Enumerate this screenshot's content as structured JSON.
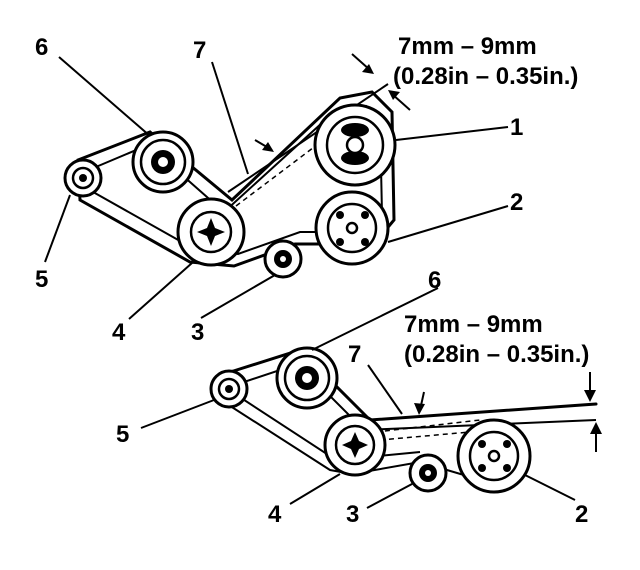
{
  "top_diagram": {
    "spec_line1": "7mm – 9mm",
    "spec_line2": "(0.28in – 0.35in.)",
    "labels": [
      "1",
      "2",
      "3",
      "4",
      "5",
      "6",
      "7"
    ]
  },
  "bottom_diagram": {
    "spec_line1": "7mm – 9mm",
    "spec_line2": "(0.28in – 0.35in.)",
    "labels": [
      "2",
      "3",
      "4",
      "5",
      "6",
      "7"
    ]
  }
}
